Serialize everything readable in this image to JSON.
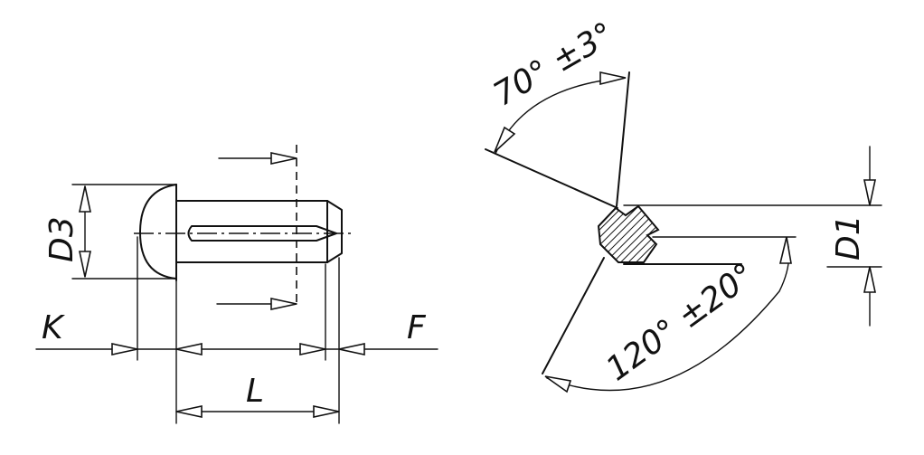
{
  "labels": {
    "d3": "D3",
    "k": "K",
    "l": "L",
    "f": "F",
    "angle_top": "70° ±3°",
    "angle_bottom": "120° ±20°",
    "d1": "D1"
  }
}
